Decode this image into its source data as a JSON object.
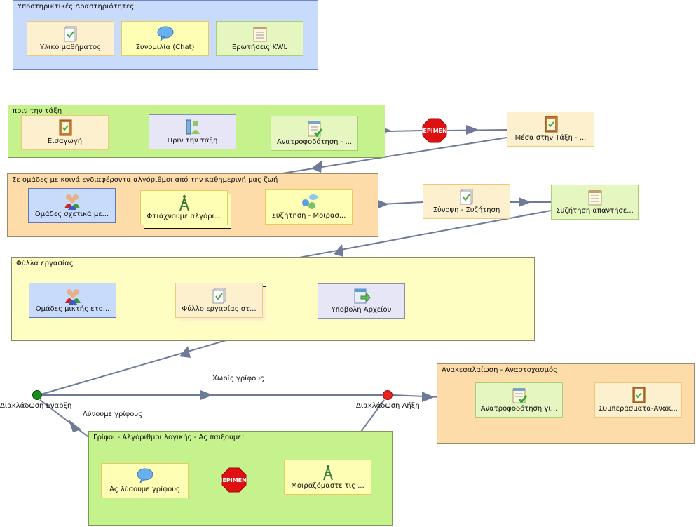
{
  "groups": {
    "support": "Υποστηρικτικές Δραστηριότητες",
    "before": "πριν την τάξη",
    "groups_interests": "Σε ομάδες με κοινά ενδιαφέροντα αλγόριθμοι από την καθημερινή μας ζωή",
    "worksheets": "Φύλλα εργασίας",
    "recap": "Ανακεφαλαίωση - Αναστοχασμός",
    "riddles": "Γρίφοι - Αλγόριθμοι λογικής - Ας παιξουμε!"
  },
  "nodes": {
    "material": "Υλικό μαθήματος",
    "chat": "Συνομιλία (Chat)",
    "kwl": "Ερωτήσεις KWL",
    "intro": "Εισαγωγή",
    "before_class": "Πριν την τάξη",
    "feedback1": "Ανατροφοδότηση - ...",
    "stop1": "ΠΕΡΙΜΕΝΕ",
    "in_class": "Μέσα στην Τάξη - ...",
    "groups_related": "Ομάδες σχετικά με...",
    "make_algo": "Φτιάχνουμε αλγόρι...",
    "discuss_share": "Συζήτηση - Μοιρασ...",
    "summary_discuss": "Σύνοψη - Συζήτηση",
    "discuss_answers": "Συζήτηση απαντήσε...",
    "mixed_groups": "Ομάδες μικτής ετο...",
    "worksheet": "Φύλλο εργασίας στ...",
    "submit_file": "Υποβολή Αρχείου",
    "branch_start": "Διακλάδωση Εναρξη",
    "branch_end": "Διακλάδωση Λήξη",
    "no_riddles": "Χωρίς γρίφους",
    "solve_riddles": "Λύνουμε γρίφους",
    "lets_solve": "Ας λύσουμε γρίφους",
    "stop2": "ΠΕΡΙΜΕΝΕ",
    "share": "Μοιραζόμαστε τις ...",
    "feedback2": "Ανατροφοδότηση γι...",
    "conclusions": "Συμπεράσματα-Ανακ..."
  },
  "colors": {
    "wire": "#6f7a9a",
    "start": "#1a8a1a",
    "end": "#ee2222",
    "stop": "#dd1111"
  },
  "icons": {
    "material": "document-check-icon",
    "chat": "speech-bubble-icon",
    "kwl": "notepad-icon",
    "intro": "notebook-icon",
    "before_class": "person-books-icon",
    "feedback": "notepad-check-icon",
    "groups": "people-group-icon",
    "antenna": "antenna-icon",
    "discuss": "chat-people-icon",
    "submit": "file-upload-icon"
  }
}
